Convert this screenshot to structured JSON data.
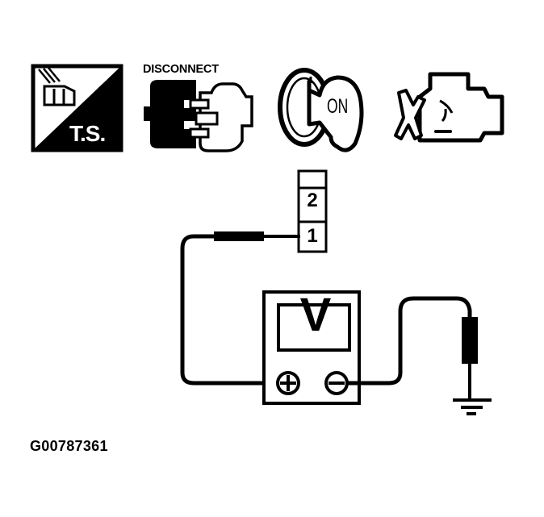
{
  "icons": {
    "test_step": {
      "icon": "ts-connector-icon",
      "label": "T.S."
    },
    "disconnect": {
      "icon": "disconnect-connector-icon",
      "label": "DISCONNECT"
    },
    "ignition": {
      "icon": "ignition-key-icon",
      "label": "ON"
    },
    "engine": {
      "icon": "engine-off-icon"
    }
  },
  "connector": {
    "pins": [
      {
        "number": "",
        "position": "top"
      },
      {
        "number": "2",
        "position": "middle"
      },
      {
        "number": "1",
        "position": "bottom",
        "probed": true
      }
    ]
  },
  "meter": {
    "type": "voltmeter",
    "display": "V",
    "terminals": [
      {
        "symbol": "+",
        "connected_to": "connector pin 1"
      },
      {
        "symbol": "−",
        "connected_to": "ground"
      }
    ]
  },
  "ground": {
    "icon": "ground-symbol-icon"
  },
  "figure_id": "G00787361",
  "colors": {
    "ink": "#000000",
    "paper": "#ffffff"
  }
}
